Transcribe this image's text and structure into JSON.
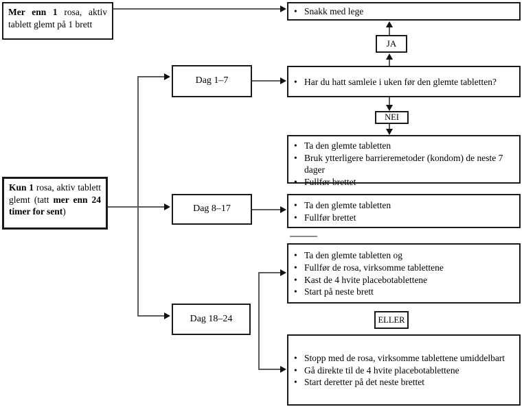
{
  "glyphs": {
    "bullet": "•"
  },
  "flowchart": {
    "conditions": {
      "more_than_one": {
        "bold": "Mer enn 1",
        "text": " rosa, aktiv tablett glemt på 1 brett"
      },
      "only_one": {
        "bold_lead": "Kun 1",
        "text_mid": " rosa, aktiv tablett glemt (tatt ",
        "bold_tail": "mer enn 24 timer for sent",
        "text_close": ")"
      }
    },
    "day_ranges": {
      "week1": "Dag 1–7",
      "week2": "Dag 8–17",
      "week3": "Dag 18–24"
    },
    "decisions": {
      "yes": "JA",
      "no": "NEI",
      "or": "ELLER"
    },
    "actions": {
      "talk_to_doctor": {
        "items": [
          "Snakk med lege"
        ]
      },
      "question": {
        "items": [
          "Har du hatt samleie i uken før den glemte tabletten?"
        ]
      },
      "week1_instructions": {
        "items": [
          "Ta den glemte tabletten",
          "Bruk ytterligere barrieremetoder (kondom) de neste 7 dager",
          "Fullfør brettet"
        ]
      },
      "week2_instructions": {
        "items": [
          "Ta den glemte tabletten",
          "Fullfør brettet"
        ]
      },
      "week3_option1": {
        "items": [
          "Ta den glemte tabletten og",
          "Fullfør de rosa, virksomme tablettene",
          "Kast de 4 hvite placebotablettene",
          "Start på neste brett"
        ]
      },
      "week3_option2": {
        "items": [
          "Stopp med de rosa, virksomme tablettene umiddelbart",
          "Gå direkte til de 4 hvite placebotablettene",
          "Start deretter på det neste brettet"
        ]
      }
    },
    "colors": {
      "background": "#ffffff",
      "border": "#1a1a1a",
      "line": "#5a5a5a",
      "text": "#000000"
    }
  }
}
